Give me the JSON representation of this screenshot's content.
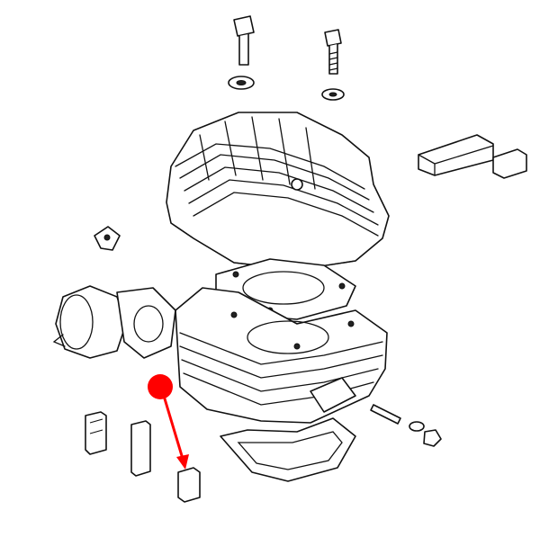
{
  "diagram": {
    "kind": "exploded-parts-view",
    "parts": [
      "head-bolt-left",
      "head-bolt-right",
      "washer-left",
      "washer-right",
      "cylinder-head",
      "head-gasket",
      "cylinder",
      "intake-manifold",
      "manifold-gasket",
      "bracket",
      "stud",
      "washer-stud",
      "nut",
      "base-gasket",
      "rubber-block-top-right",
      "rubber-block-small-right",
      "rubber-block-1",
      "rubber-block-2",
      "rubber-block-highlighted"
    ],
    "highlight": {
      "marker": "red-dot",
      "target": "rubber-block-highlighted"
    }
  },
  "colors": {
    "line": "#111111",
    "background": "#ffffff",
    "highlight": "#ff0000"
  }
}
